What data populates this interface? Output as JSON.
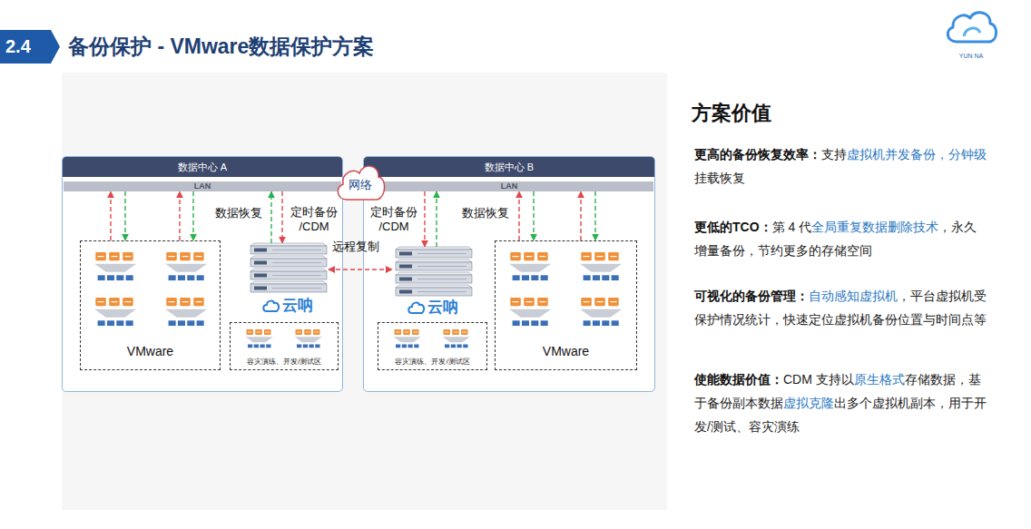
{
  "diagram": {
    "title": "备份保护 - VMware数据保护方案",
    "nodes": [
      {
        "text": [
          "数据中心 A"
        ]
      },
      {
        "text": [
          "LAN"
        ],
        "in": 0
      },
      {
        "text": [
          "VMware"
        ],
        "in": 0
      },
      {
        "text": [
          "云呐"
        ],
        "in": 0
      },
      {
        "text": [
          "容灾演练、开发/测试区"
        ],
        "in": 0
      },
      {
        "text": [
          "网络"
        ]
      },
      {
        "text": [
          "数据中心 B"
        ]
      },
      {
        "text": [
          "LAN"
        ],
        "in": 6
      },
      {
        "text": [
          "云呐"
        ],
        "in": 6
      },
      {
        "text": [
          "容灾演练、开发/测试区"
        ],
        "in": 6
      },
      {
        "text": [
          "VMware"
        ],
        "in": 6
      }
    ],
    "edges": [
      {
        "from": 2,
        "to": 1,
        "arrow": "to"
      },
      {
        "from": 1,
        "to": 2,
        "arrow": "to"
      },
      {
        "from": 2,
        "to": 1,
        "arrow": "to"
      },
      {
        "from": 1,
        "to": 2,
        "arrow": "to"
      },
      {
        "from": 1,
        "to": 3,
        "arrow": "to",
        "label": "定时备份 /CDM"
      },
      {
        "from": 3,
        "to": 1,
        "arrow": "to",
        "label": "数据恢复"
      },
      {
        "from": 3,
        "to": 8,
        "arrow": "both",
        "label": "远程复制"
      },
      {
        "from": 7,
        "to": 8,
        "arrow": "to",
        "label": "定时备份 /CDM"
      },
      {
        "from": 8,
        "to": 7,
        "arrow": "to",
        "label": "数据恢复"
      },
      {
        "from": 10,
        "to": 7,
        "arrow": "to"
      },
      {
        "from": 7,
        "to": 10,
        "arrow": "to"
      },
      {
        "from": 10,
        "to": 7,
        "arrow": "to"
      },
      {
        "from": 7,
        "to": 10,
        "arrow": "to"
      }
    ],
    "labels": [
      "2.4",
      "YUN NA",
      "方案价值",
      "更高的备份恢复效率：",
      "支持",
      "虚拟机并发备份，分钟级",
      "挂载恢复",
      "更低的TCO：",
      "第 4 代",
      "全局重复数据删除技术",
      "，永久增量备份，节约更多的存储空间",
      "可视化的备份管理：",
      "自动感知虚拟机",
      "，平台虚拟机受保护情况统计，快速定位虚拟机备份位置与时间点等",
      "使能数据价值：",
      "CDM 支持以",
      "原生格式",
      "存储数据，基于备份副本数据",
      "虚拟克隆",
      "出多个虚拟机副本，用于开发/测试、容灾演练"
    ]
  }
}
